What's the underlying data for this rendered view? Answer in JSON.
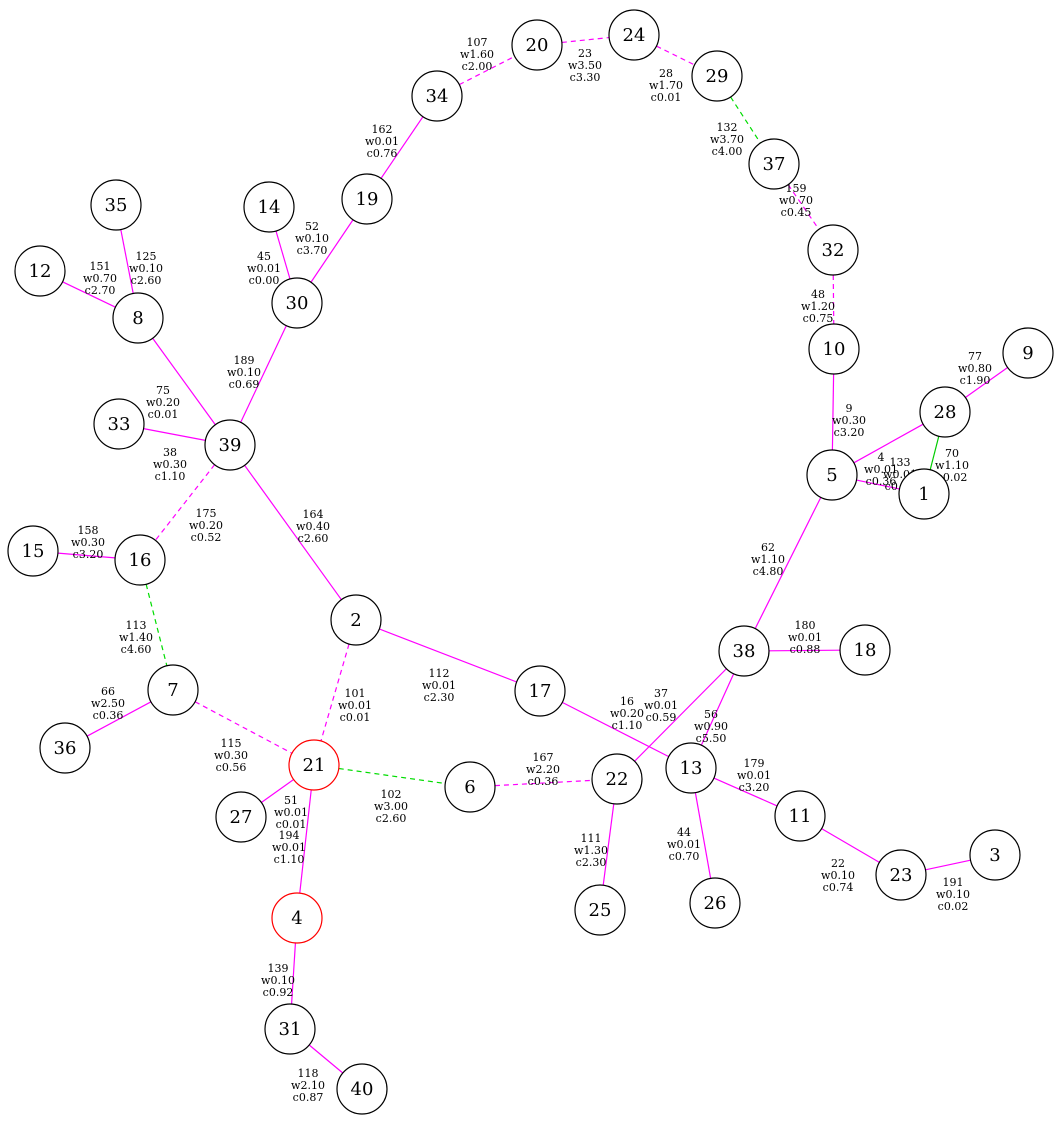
{
  "colors": {
    "solid": "#ff00ff",
    "dashed_magenta": "#ff00ff",
    "dashed_green": "#00dd00",
    "solid_green": "#00cc00",
    "node_default": "#000000",
    "node_highlight": "#ff0000"
  },
  "nodes": [
    {
      "id": "20",
      "label": "20",
      "style": "default"
    },
    {
      "id": "24",
      "label": "24",
      "style": "default"
    },
    {
      "id": "29",
      "label": "29",
      "style": "default"
    },
    {
      "id": "34",
      "label": "34",
      "style": "default"
    },
    {
      "id": "37",
      "label": "37",
      "style": "default"
    },
    {
      "id": "35",
      "label": "35",
      "style": "default"
    },
    {
      "id": "14",
      "label": "14",
      "style": "default"
    },
    {
      "id": "19",
      "label": "19",
      "style": "default"
    },
    {
      "id": "32",
      "label": "32",
      "style": "default"
    },
    {
      "id": "12",
      "label": "12",
      "style": "default"
    },
    {
      "id": "30",
      "label": "30",
      "style": "default"
    },
    {
      "id": "8",
      "label": "8",
      "style": "default"
    },
    {
      "id": "10",
      "label": "10",
      "style": "default"
    },
    {
      "id": "9",
      "label": "9",
      "style": "default"
    },
    {
      "id": "28",
      "label": "28",
      "style": "default"
    },
    {
      "id": "33",
      "label": "33",
      "style": "default"
    },
    {
      "id": "39",
      "label": "39",
      "style": "default"
    },
    {
      "id": "5",
      "label": "5",
      "style": "default"
    },
    {
      "id": "1",
      "label": "1",
      "style": "default"
    },
    {
      "id": "15",
      "label": "15",
      "style": "default"
    },
    {
      "id": "16",
      "label": "16",
      "style": "default"
    },
    {
      "id": "2",
      "label": "2",
      "style": "default"
    },
    {
      "id": "38",
      "label": "38",
      "style": "default"
    },
    {
      "id": "18",
      "label": "18",
      "style": "default"
    },
    {
      "id": "7",
      "label": "7",
      "style": "default"
    },
    {
      "id": "17",
      "label": "17",
      "style": "default"
    },
    {
      "id": "36",
      "label": "36",
      "style": "default"
    },
    {
      "id": "21",
      "label": "21",
      "style": "highlight"
    },
    {
      "id": "13",
      "label": "13",
      "style": "default"
    },
    {
      "id": "22",
      "label": "22",
      "style": "default"
    },
    {
      "id": "6",
      "label": "6",
      "style": "default"
    },
    {
      "id": "11",
      "label": "11",
      "style": "default"
    },
    {
      "id": "27",
      "label": "27",
      "style": "default"
    },
    {
      "id": "3",
      "label": "3",
      "style": "default"
    },
    {
      "id": "23",
      "label": "23",
      "style": "default"
    },
    {
      "id": "25",
      "label": "25",
      "style": "default"
    },
    {
      "id": "26",
      "label": "26",
      "style": "default"
    },
    {
      "id": "4",
      "label": "4",
      "style": "highlight"
    },
    {
      "id": "31",
      "label": "31",
      "style": "default"
    },
    {
      "id": "40",
      "label": "40",
      "style": "default"
    }
  ],
  "edges": [
    {
      "source": "34",
      "target": "20",
      "style": "dashed_magenta",
      "label": [
        "107",
        "w1.60",
        "c2.00"
      ]
    },
    {
      "source": "20",
      "target": "24",
      "style": "dashed_magenta",
      "label": [
        "23",
        "w3.50",
        "c3.30"
      ]
    },
    {
      "source": "24",
      "target": "29",
      "style": "dashed_magenta",
      "label": [
        "28",
        "w1.70",
        "c0.01"
      ]
    },
    {
      "source": "29",
      "target": "37",
      "style": "dashed_green",
      "label": [
        "132",
        "w3.70",
        "c4.00"
      ]
    },
    {
      "source": "37",
      "target": "32",
      "style": "dashed_magenta",
      "label": [
        "159",
        "w0.70",
        "c0.45"
      ]
    },
    {
      "source": "32",
      "target": "10",
      "style": "dashed_magenta",
      "label": [
        "48",
        "w1.20",
        "c0.75"
      ]
    },
    {
      "source": "10",
      "target": "5",
      "style": "solid",
      "label": [
        "9",
        "w0.30",
        "c3.20"
      ]
    },
    {
      "source": "9",
      "target": "28",
      "style": "solid",
      "label": [
        "77",
        "w0.80",
        "c1.90"
      ]
    },
    {
      "source": "28",
      "target": "5",
      "style": "solid",
      "label": [
        "4",
        "w0.01",
        "c0.36"
      ]
    },
    {
      "source": "28",
      "target": "1",
      "style": "solid_green",
      "label": [
        "70",
        "w1.10",
        "c0.02"
      ]
    },
    {
      "source": "5",
      "target": "1",
      "style": "solid",
      "label": [
        "133",
        "w0.01",
        "c0.80"
      ]
    },
    {
      "source": "5",
      "target": "38",
      "style": "solid",
      "label": [
        "62",
        "w1.10",
        "c4.80"
      ]
    },
    {
      "source": "34",
      "target": "19",
      "style": "solid",
      "label": [
        "162",
        "w0.01",
        "c0.76"
      ]
    },
    {
      "source": "19",
      "target": "30",
      "style": "solid",
      "label": [
        "52",
        "w0.10",
        "c3.70"
      ]
    },
    {
      "source": "14",
      "target": "30",
      "style": "solid",
      "label": [
        "45",
        "w0.01",
        "c0.00"
      ]
    },
    {
      "source": "30",
      "target": "39",
      "style": "solid",
      "label": [
        "189",
        "w0.10",
        "c0.69"
      ]
    },
    {
      "source": "35",
      "target": "8",
      "style": "solid",
      "label": [
        "125",
        "w0.10",
        "c2.60"
      ]
    },
    {
      "source": "12",
      "target": "8",
      "style": "solid",
      "label": [
        "151",
        "w0.70",
        "c2.70"
      ]
    },
    {
      "source": "8",
      "target": "39",
      "style": "solid",
      "label": [
        "75",
        "w0.20",
        "c0.01"
      ]
    },
    {
      "source": "33",
      "target": "39",
      "style": "solid",
      "label": [
        "38",
        "w0.30",
        "c1.10"
      ]
    },
    {
      "source": "39",
      "target": "16",
      "style": "dashed_magenta",
      "label": [
        "175",
        "w0.20",
        "c0.52"
      ]
    },
    {
      "source": "39",
      "target": "2",
      "style": "solid",
      "label": [
        "164",
        "w0.40",
        "c2.60"
      ]
    },
    {
      "source": "15",
      "target": "16",
      "style": "solid",
      "label": [
        "158",
        "w0.30",
        "c3.20"
      ]
    },
    {
      "source": "16",
      "target": "7",
      "style": "dashed_green",
      "label": [
        "113",
        "w1.40",
        "c4.60"
      ]
    },
    {
      "source": "7",
      "target": "36",
      "style": "solid",
      "label": [
        "66",
        "w2.50",
        "c0.36"
      ]
    },
    {
      "source": "7",
      "target": "21",
      "style": "dashed_magenta",
      "label": [
        "115",
        "w0.30",
        "c0.56"
      ]
    },
    {
      "source": "2",
      "target": "21",
      "style": "dashed_magenta",
      "label": [
        "101",
        "w0.01",
        "c0.01"
      ]
    },
    {
      "source": "2",
      "target": "17",
      "style": "solid",
      "label": [
        "112",
        "w0.01",
        "c2.30"
      ]
    },
    {
      "source": "17",
      "target": "13",
      "style": "solid",
      "label": [
        "16",
        "w0.20",
        "c1.10"
      ]
    },
    {
      "source": "38",
      "target": "18",
      "style": "solid",
      "label": [
        "180",
        "w0.01",
        "c0.88"
      ]
    },
    {
      "source": "38",
      "target": "22",
      "style": "solid",
      "label": [
        "37",
        "w0.01",
        "c0.59"
      ]
    },
    {
      "source": "38",
      "target": "13",
      "style": "solid",
      "label": [
        "56",
        "w0.90",
        "c5.50"
      ]
    },
    {
      "source": "21",
      "target": "6",
      "style": "dashed_green",
      "label": [
        "102",
        "w3.00",
        "c2.60"
      ]
    },
    {
      "source": "6",
      "target": "22",
      "style": "dashed_magenta",
      "label": [
        "167",
        "w2.20",
        "c0.36"
      ]
    },
    {
      "source": "21",
      "target": "27",
      "style": "solid",
      "label": [
        "51",
        "w0.01",
        "c0.01"
      ]
    },
    {
      "source": "21",
      "target": "4",
      "style": "solid",
      "label": [
        "194",
        "w0.01",
        "c1.10"
      ]
    },
    {
      "source": "22",
      "target": "25",
      "style": "solid",
      "label": [
        "111",
        "w1.30",
        "c2.30"
      ]
    },
    {
      "source": "13",
      "target": "26",
      "style": "solid",
      "label": [
        "44",
        "w0.01",
        "c0.70"
      ]
    },
    {
      "source": "13",
      "target": "11",
      "style": "solid",
      "label": [
        "179",
        "w0.01",
        "c3.20"
      ]
    },
    {
      "source": "11",
      "target": "23",
      "style": "solid",
      "label": [
        "22",
        "w0.10",
        "c0.74"
      ]
    },
    {
      "source": "23",
      "target": "3",
      "style": "solid",
      "label": [
        "191",
        "w0.10",
        "c0.02"
      ]
    },
    {
      "source": "4",
      "target": "31",
      "style": "solid",
      "label": [
        "139",
        "w0.10",
        "c0.92"
      ]
    },
    {
      "source": "31",
      "target": "40",
      "style": "solid",
      "label": [
        "118",
        "w2.10",
        "c0.87"
      ]
    }
  ]
}
